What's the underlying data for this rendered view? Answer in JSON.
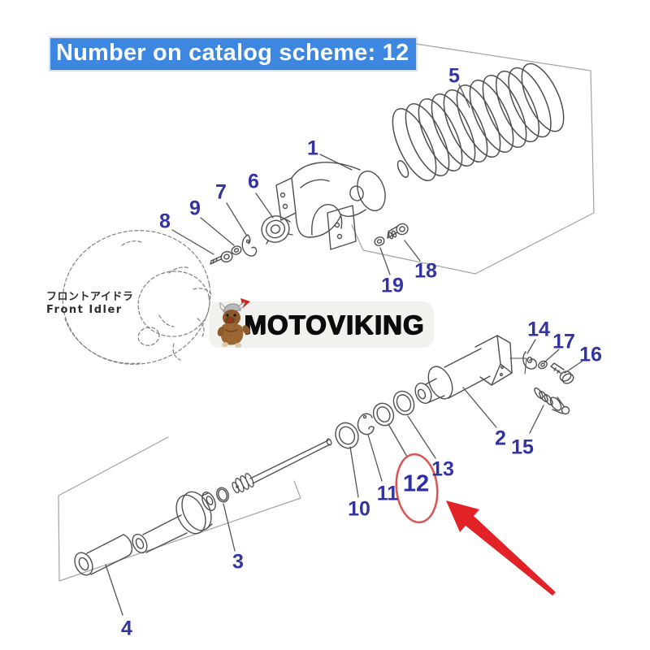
{
  "title": {
    "text": "Number on catalog scheme: 12"
  },
  "watermark": {
    "brand": "MOTOVIKING",
    "mascot": "viking-dog-logo"
  },
  "diagram": {
    "label_jp": "フロントアイドラ",
    "label_en": "Front Idler",
    "highlighted_part": "12",
    "callouts": [
      "1",
      "2",
      "3",
      "4",
      "5",
      "6",
      "7",
      "8",
      "9",
      "10",
      "11",
      "12",
      "13",
      "14",
      "15",
      "16",
      "17",
      "18",
      "19"
    ]
  },
  "colors": {
    "title_highlight": "#3d87e0",
    "title_text": "#fbfdff",
    "callout_text": "#3434a0",
    "arrow_red": "#e32227",
    "circle_red": "#dd5656",
    "line_art": "#4f4f4f"
  }
}
